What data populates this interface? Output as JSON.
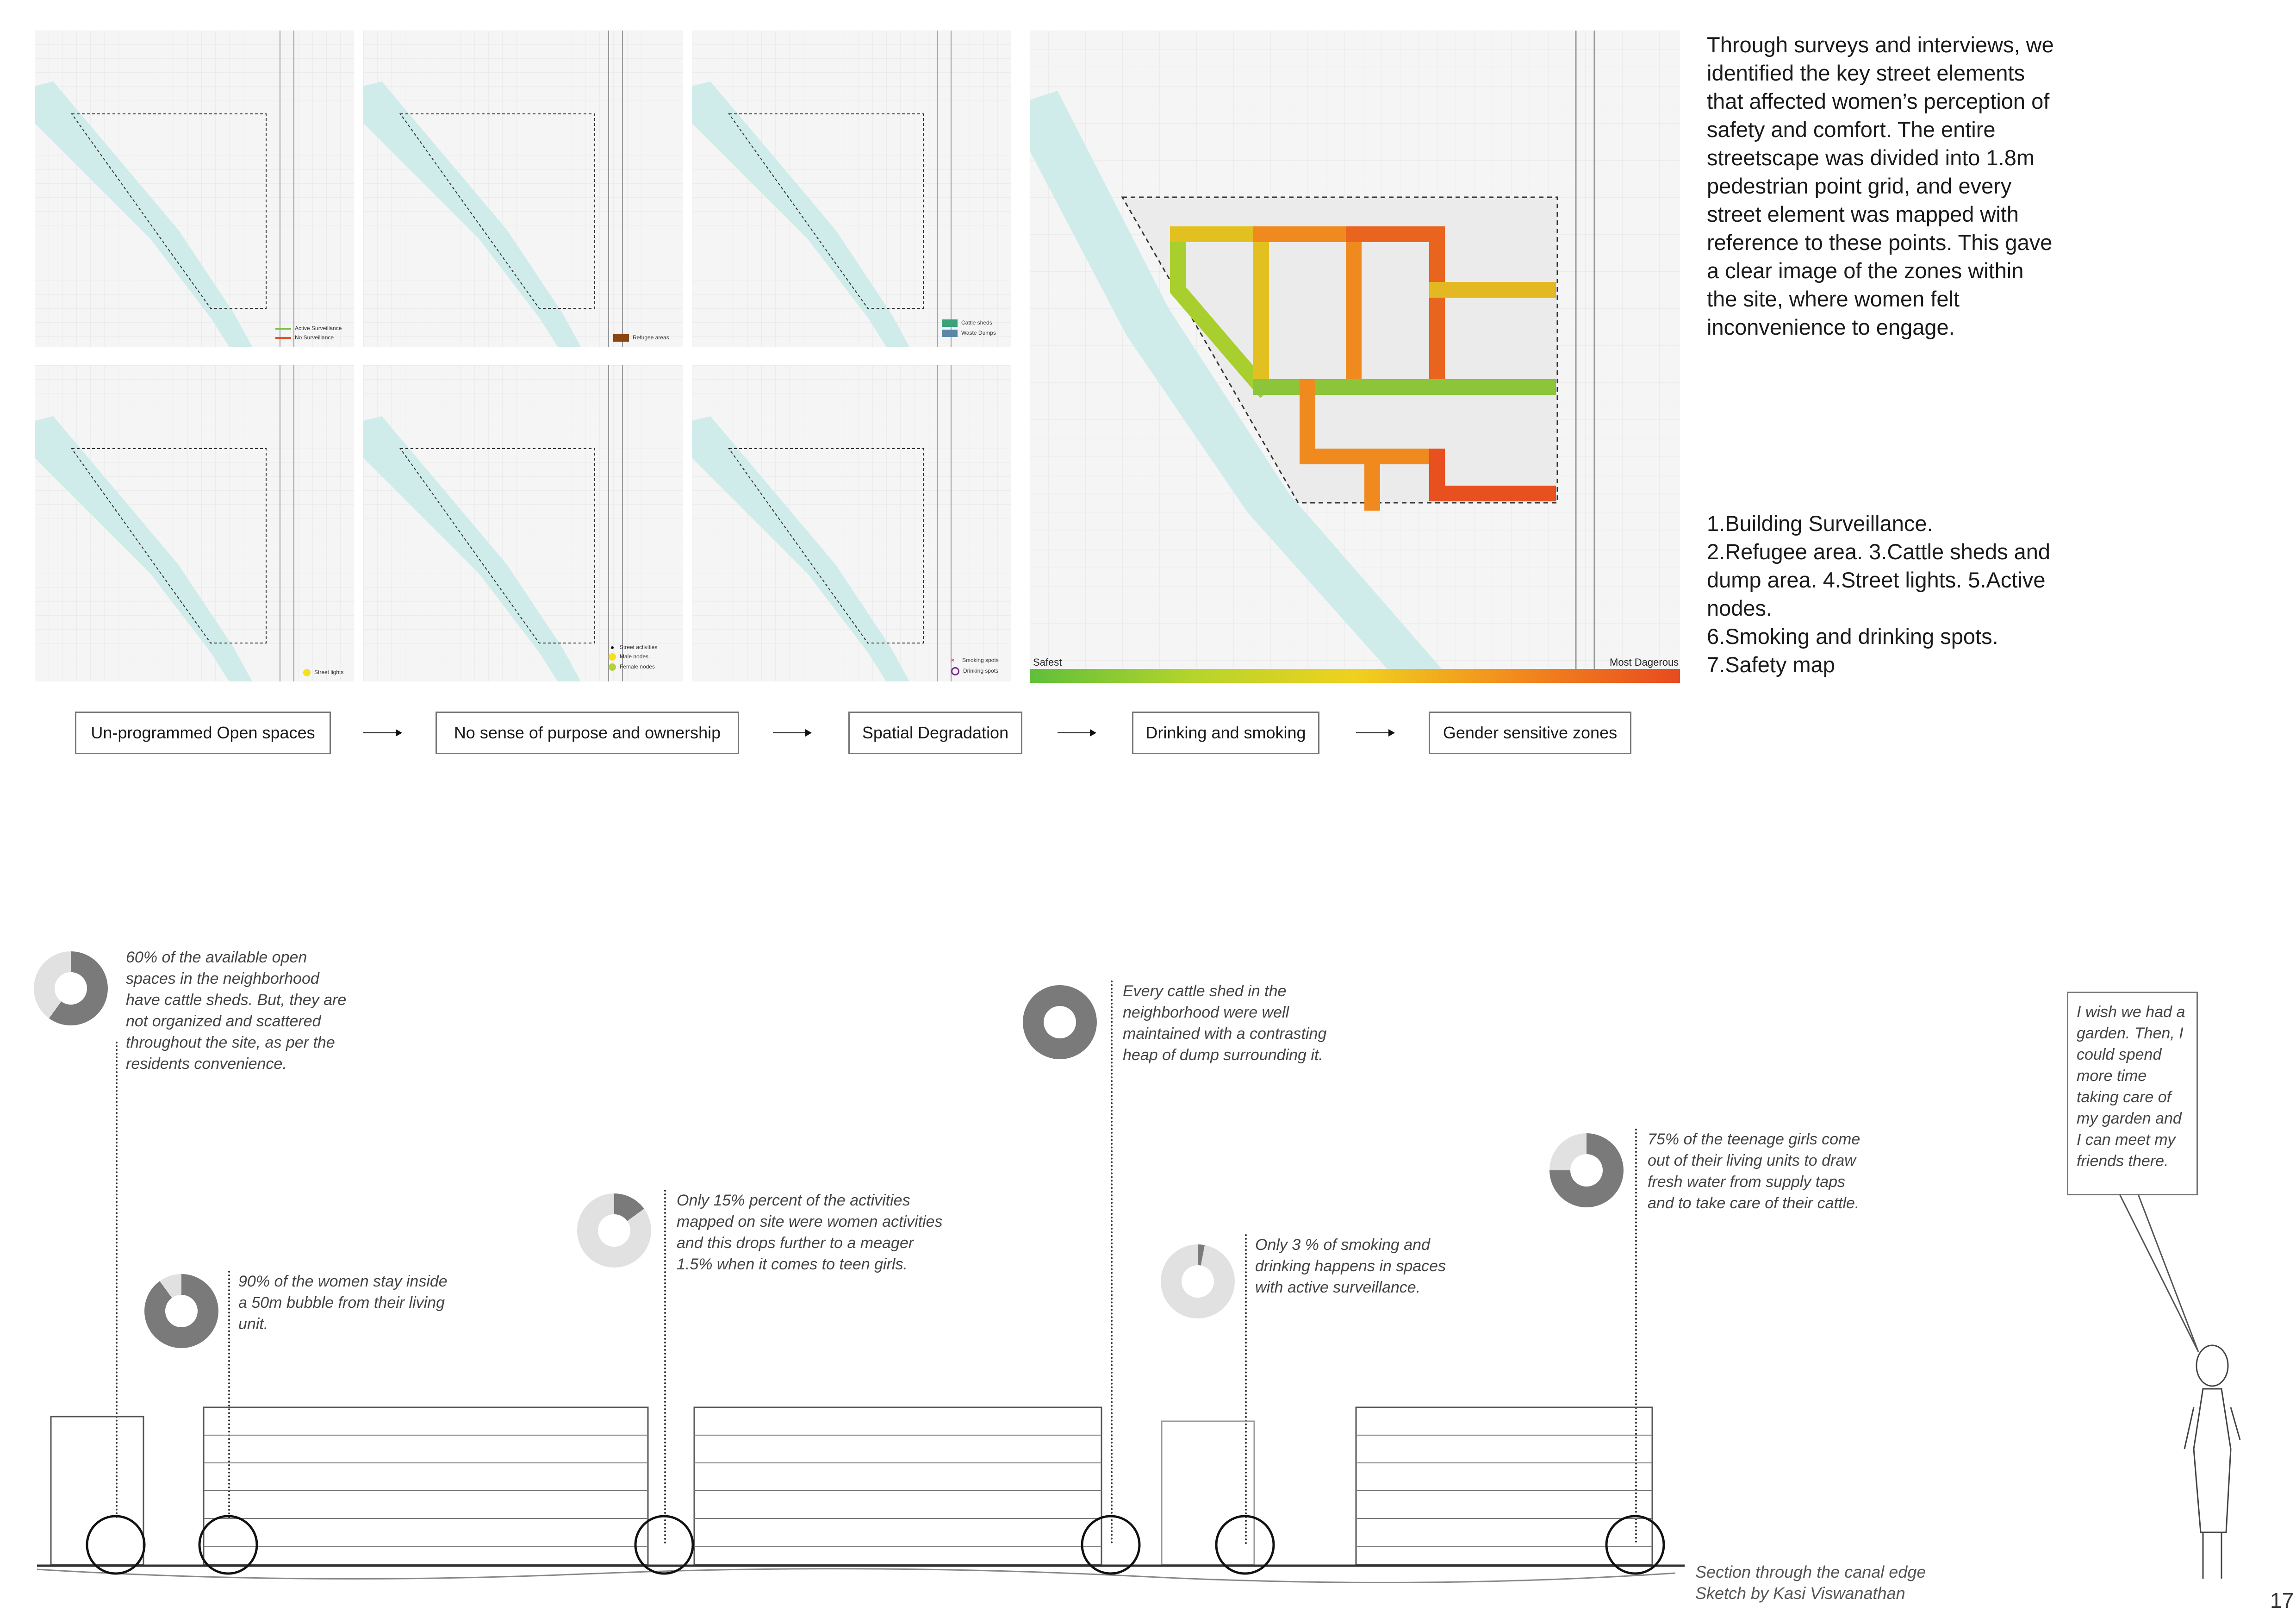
{
  "intro": {
    "text": "Through surveys and interviews, we identified the key street elements that affected women’s perception of safety and comfort. The entire streetscape was divided into 1.8m pedestrian point grid, and every street element was mapped with reference to these points. This gave a clear image of the zones within the site, where women felt inconvenience to engage."
  },
  "legend_list": [
    "1.Building Surveillance.",
    "2.Refugee area.  3.Cattle sheds and dump area.  4.Street lights.  5.Active nodes.",
    "6.Smoking and drinking spots.",
    "7.Safety map"
  ],
  "maps": {
    "m1": {
      "legend": [
        "Active Surveillance",
        "No Surveillance"
      ],
      "colors": [
        "#7bc043",
        "#e2572a"
      ]
    },
    "m2": {
      "legend": [
        "Refugee areas"
      ],
      "colors": [
        "#8b4513"
      ]
    },
    "m3": {
      "legend": [
        "Cattle sheds",
        "Waste Dumps"
      ],
      "colors": [
        "#3aa37a",
        "#5a87a8"
      ]
    },
    "m4": {
      "legend": [
        "Street lights"
      ],
      "colors": [
        "#f4e01c"
      ]
    },
    "m5": {
      "legend": [
        "Street activities",
        "Male nodes",
        "Female nodes"
      ],
      "colors": [
        "#111111",
        "#f4e01c",
        "#b6d13a"
      ]
    },
    "m6": {
      "legend": [
        "Smoking spots",
        "Drinking spots"
      ],
      "colors": [
        "#d2249b",
        "#7a2a8f"
      ]
    }
  },
  "safety_map": {
    "safest_label": "Safest",
    "dangerous_label": "Most Dagerous"
  },
  "flow": [
    "Un-programmed Open spaces",
    "No sense of purpose and ownership",
    "Spatial Degradation",
    "Drinking and smoking",
    "Gender sensitive zones"
  ],
  "notes": [
    {
      "percent": 60,
      "text": "60% of the available open spaces in the neighborhood have cattle sheds. But, they are not organized and scattered throughout the site, as per the residents convenience."
    },
    {
      "percent": 90,
      "text": "90% of the women stay inside a 50m bubble from their living unit."
    },
    {
      "percent": 15,
      "text": "Only 15% percent of the activities mapped on site were women activities and this drops further to a meager 1.5% when it comes to teen girls."
    },
    {
      "percent": 100,
      "text": "Every cattle shed in the neighborhood were well maintained with a contrasting heap of dump surrounding it."
    },
    {
      "percent": 3,
      "text": "Only 3 % of smoking and drinking happens in spaces with active surveillance."
    },
    {
      "percent": 75,
      "text": "75% of the teenage girls come out of their living units to draw fresh water from supply taps and to take care of their cattle."
    }
  ],
  "speech": "I wish we had a garden. Then, I could spend more time taking care of my garden and I can meet my friends there.",
  "caption": {
    "line1": "Section through the canal edge",
    "line2": "Sketch by Kasi Viswanathan"
  },
  "page_number": "17",
  "colors": {
    "donut_dark": "#7a7a7a",
    "donut_light": "#e1e1e1"
  }
}
